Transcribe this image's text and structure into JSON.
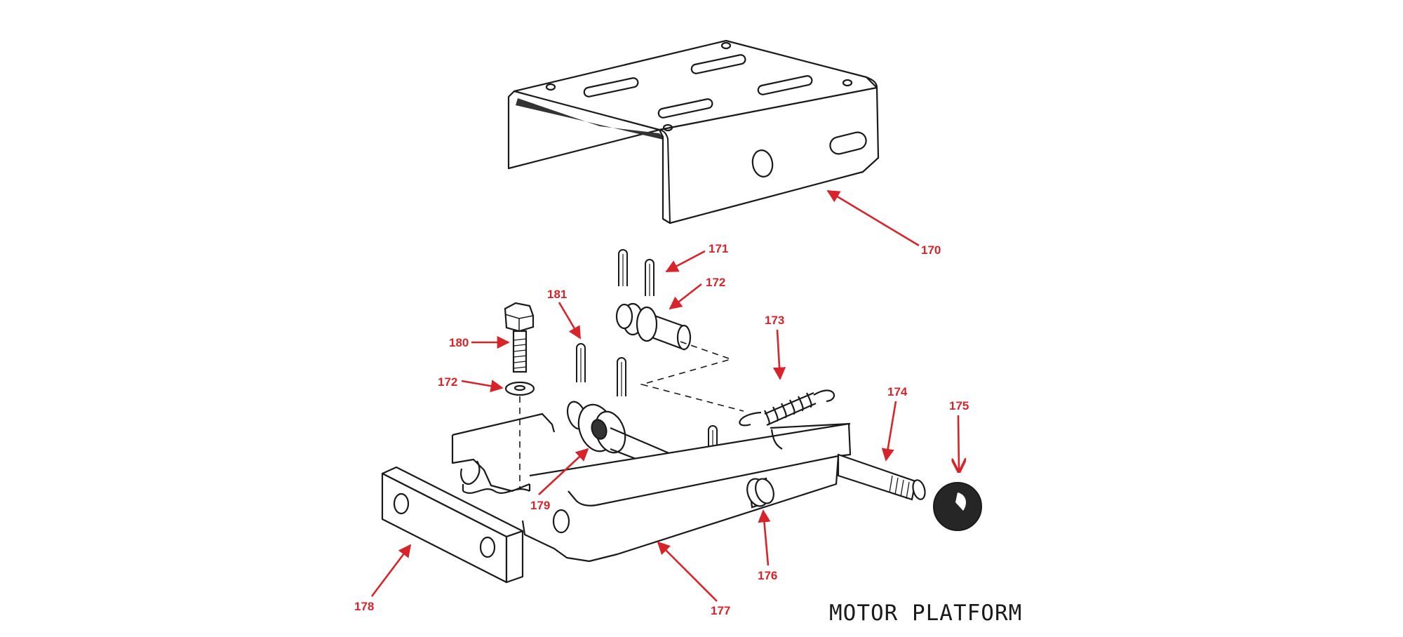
{
  "diagram": {
    "title": "MOTOR PLATFORM",
    "line_color": "#1a1a1a",
    "callout_color": "#d8232a",
    "labels": {
      "p170": "170",
      "p171": "171",
      "p172_top": "172",
      "p172_washer": "172",
      "p173": "173",
      "p174": "174",
      "p175": "175",
      "p176": "176",
      "p177": "177",
      "p178": "178",
      "p179": "179",
      "p180": "180",
      "p181": "181"
    }
  }
}
